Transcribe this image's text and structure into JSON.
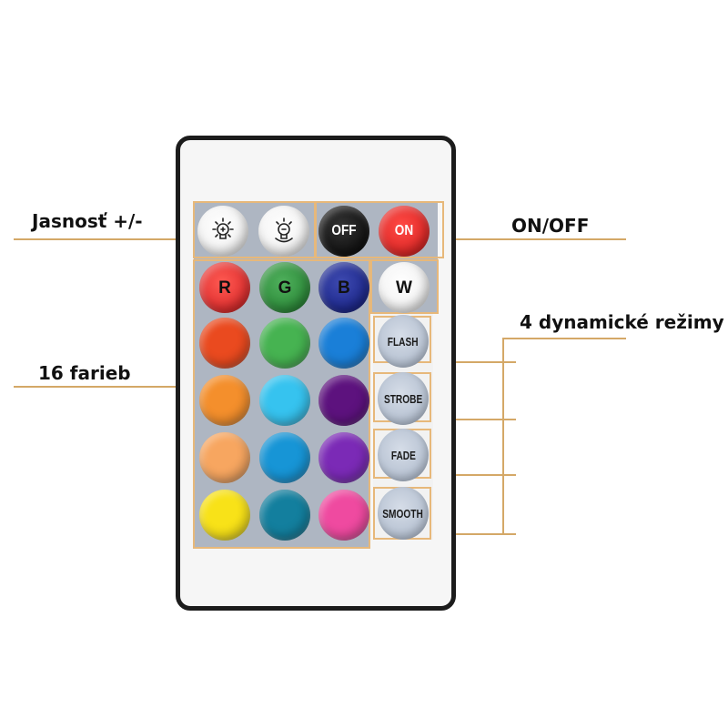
{
  "labels": {
    "brightness": "Jasnosť +/-",
    "on_off": "ON/OFF",
    "colors": "16 farieb",
    "modes": "4 dynamické režimy"
  },
  "buttons": {
    "brightness_up_icon": "bulb-plus-icon",
    "brightness_down_icon": "bulb-minus-icon",
    "off": "OFF",
    "on": "ON",
    "red": "R",
    "green": "G",
    "blue": "B",
    "white": "W",
    "modes": [
      "FLASH",
      "STROBE",
      "FADE",
      "SMOOTH"
    ]
  },
  "colors": {
    "off_button": "#111111",
    "on_button": "#e02a28",
    "red_button": "#e03030",
    "green_button": "#2f8d3c",
    "blue_button": "#1f2a8e",
    "white_button": "#fafafa",
    "grid": [
      [
        "#ea4a1f",
        "#46b351",
        "#1a7fd8"
      ],
      [
        "#f48f2c",
        "#36c3ef",
        "#5d127e"
      ],
      [
        "#f7a660",
        "#1795d6",
        "#7b2ab6"
      ],
      [
        "#f8e218",
        "#137f9e",
        "#ef4aa0"
      ]
    ],
    "accent_line": "#d4a867",
    "panel": "#aeb6c2"
  }
}
